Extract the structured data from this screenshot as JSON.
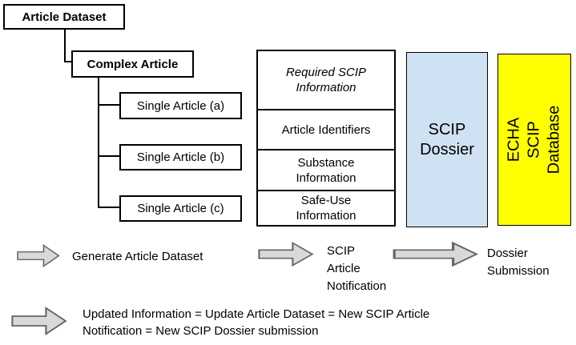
{
  "colors": {
    "box_border": "#000000",
    "dossier_bg": "#cfe2f3",
    "echa_bg": "#ffff00",
    "arrow_fill": "#d9d9d9",
    "arrow_border": "#666666"
  },
  "tree": {
    "article_dataset": "Article Dataset",
    "complex_article": "Complex Article",
    "single_articles": [
      "Single Article (a)",
      "Single Article (b)",
      "Single Article (c)"
    ]
  },
  "info_table": {
    "header": "Required SCIP\nInformation",
    "rows": [
      "Article Identifiers",
      "Substance\nInformation",
      "Safe-Use\nInformation"
    ]
  },
  "dossier": {
    "label": "SCIP\nDossier"
  },
  "echa": {
    "label": "ECHA SCIP\nDatabase"
  },
  "flow": {
    "step1": "Generate Article Dataset",
    "step2": "SCIP\nArticle\nNotification",
    "step3": "Dossier\nSubmission"
  },
  "note": "Updated Information = Update Article Dataset = New SCIP Article\nNotification = New SCIP Dossier submission"
}
